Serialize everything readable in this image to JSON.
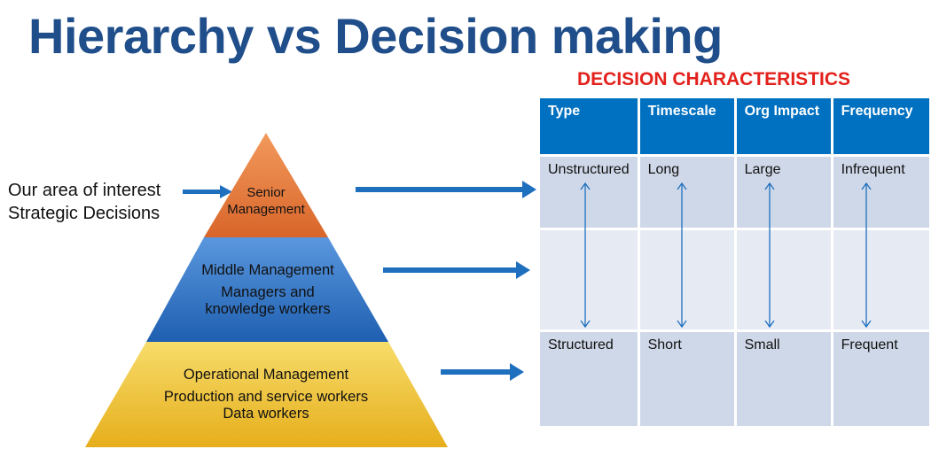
{
  "title": "Hierarchy vs Decision making",
  "note": {
    "line1": "Our area of interest",
    "line2": "Strategic Decisions"
  },
  "pyramid": {
    "top": {
      "line1": "Senior",
      "line2": "Management",
      "color": "#e8793a"
    },
    "middle": {
      "line1": "Middle Management",
      "line2": "Managers and",
      "line3": "knowledge workers",
      "color": "#2a6fc4"
    },
    "bottom": {
      "line1": "Operational Management",
      "line2": "Production and service workers",
      "line3": "Data workers",
      "color": "#f0c030"
    }
  },
  "table": {
    "title": "DECISION CHARACTERISTICS",
    "headers": [
      "Type",
      "Timescale",
      "Org Impact",
      "Frequency"
    ],
    "top_row": [
      "Unstructured",
      "Long",
      "Large",
      "Infrequent"
    ],
    "bottom_row": [
      "Structured",
      "Short",
      "Small",
      "Frequent"
    ]
  },
  "colors": {
    "title": "#1f4e8a",
    "accent": "#0070c0",
    "heading_red": "#e3211c",
    "cell_dark": "#cfd8e8",
    "cell_light": "#e6ebf3"
  }
}
